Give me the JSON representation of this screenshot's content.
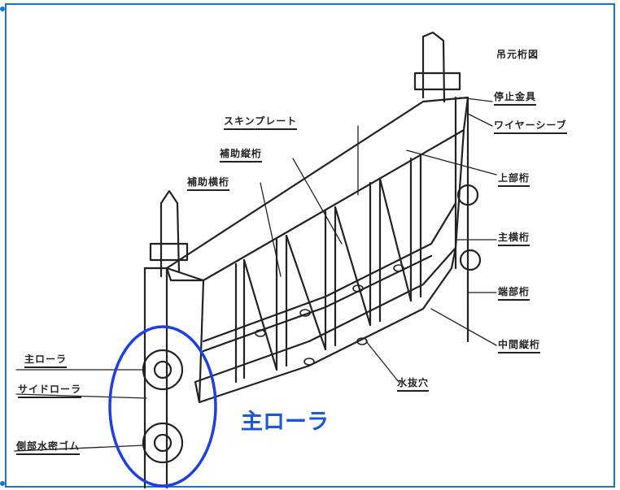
{
  "labels": {
    "hoist": "吊元桁図",
    "stop_fitting": "停止金具",
    "wire_sheave": "ワイヤーシーブ",
    "skin_plate": "スキンプレート",
    "aux_vertical_girder": "補助縦桁",
    "aux_horizontal_girder": "補助横桁",
    "upper_girder": "上部桁",
    "main_girder": "主横桁",
    "end_girder": "端部桁",
    "middle_vertical_girder": "中間縦桁",
    "drain_hole": "水抜穴",
    "main_roller": "主ローラ",
    "side_roller": "サイドローラ",
    "side_watertight_rubber": "側部水密ゴム"
  },
  "highlight": {
    "caption": "主ローラ",
    "color": "#1a5ad8"
  },
  "colors": {
    "frame_border": "#1a78c2",
    "ink": "#222222"
  }
}
